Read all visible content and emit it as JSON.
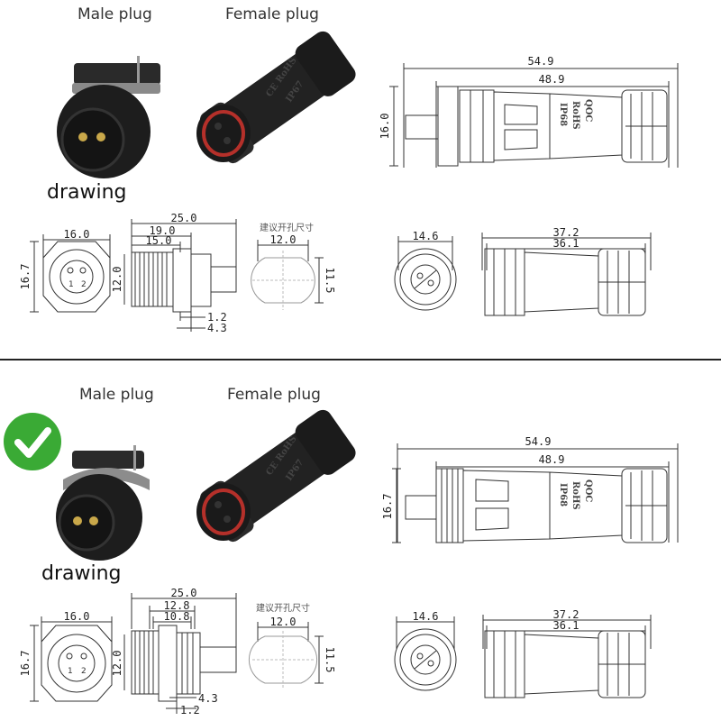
{
  "top": {
    "male_plug_label": "Male plug",
    "female_plug_label": "Female plug",
    "drawing_label": "drawing",
    "side_view": {
      "overall": "54.9",
      "body": "48.9",
      "height": "16.0"
    },
    "front_view": {
      "width": "16.0",
      "height": "16.7",
      "pin1": "1",
      "pin2": "2"
    },
    "section_view": {
      "overall": "25.0",
      "d2": "19.0",
      "d3": "15.0",
      "height": "12.0",
      "flange": "1.2",
      "nut": "4.3"
    },
    "panel_cutout": {
      "title": "建议开孔尺寸",
      "width": "12.0",
      "height": "11.5"
    },
    "female_front": {
      "width": "14.6"
    },
    "female_side": {
      "overall": "37.2",
      "body": "36.1"
    }
  },
  "bottom": {
    "male_plug_label": "Male plug",
    "female_plug_label": "Female plug",
    "drawing_label": "drawing",
    "check_icon": "check-icon",
    "side_view": {
      "overall": "54.9",
      "body": "48.9",
      "height": "16.7"
    },
    "front_view": {
      "width": "16.0",
      "height": "16.7",
      "pin1": "1",
      "pin2": "2"
    },
    "section_view": {
      "overall": "25.0",
      "d2": "12.8",
      "d3": "10.8",
      "height": "12.0",
      "flange": "1.2",
      "nut": "4.3"
    },
    "panel_cutout": {
      "title": "建议开孔尺寸",
      "width": "12.0",
      "height": "11.5"
    },
    "female_front": {
      "width": "14.6"
    },
    "female_side": {
      "overall": "37.2",
      "body": "36.1"
    }
  },
  "markings": {
    "ce_rohs": "CE RoHS",
    "ip": "IP67",
    "rohs": "RoHS",
    "ip68": "IP68",
    "brand": "QOC"
  },
  "colors": {
    "plug_body": "#1e1e1e",
    "seal_red": "#b5302a",
    "check_green": "#3aaa35",
    "line": "#333333"
  }
}
